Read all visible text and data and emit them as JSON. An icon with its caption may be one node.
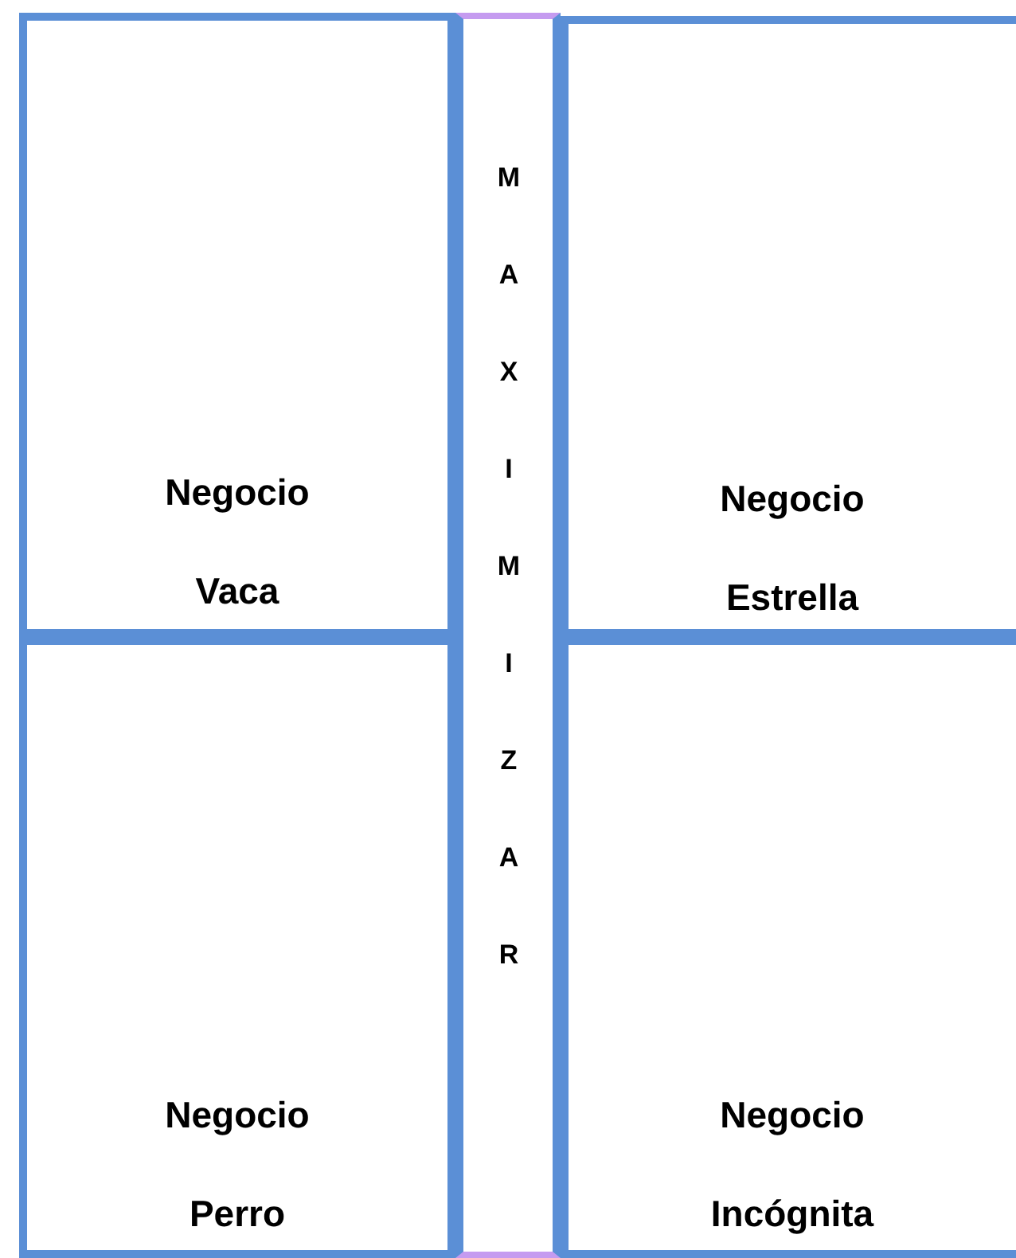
{
  "diagram": {
    "nodes": [
      {
        "text": [
          "Negocio Vaca"
        ]
      },
      {
        "text": [
          "MAXIMIZAR"
        ]
      },
      {
        "text": [
          "Negocio Estrella"
        ]
      },
      {
        "text": [
          "Negocio Perro"
        ]
      },
      {
        "text": [
          "Negocio Incógnita"
        ]
      }
    ]
  }
}
